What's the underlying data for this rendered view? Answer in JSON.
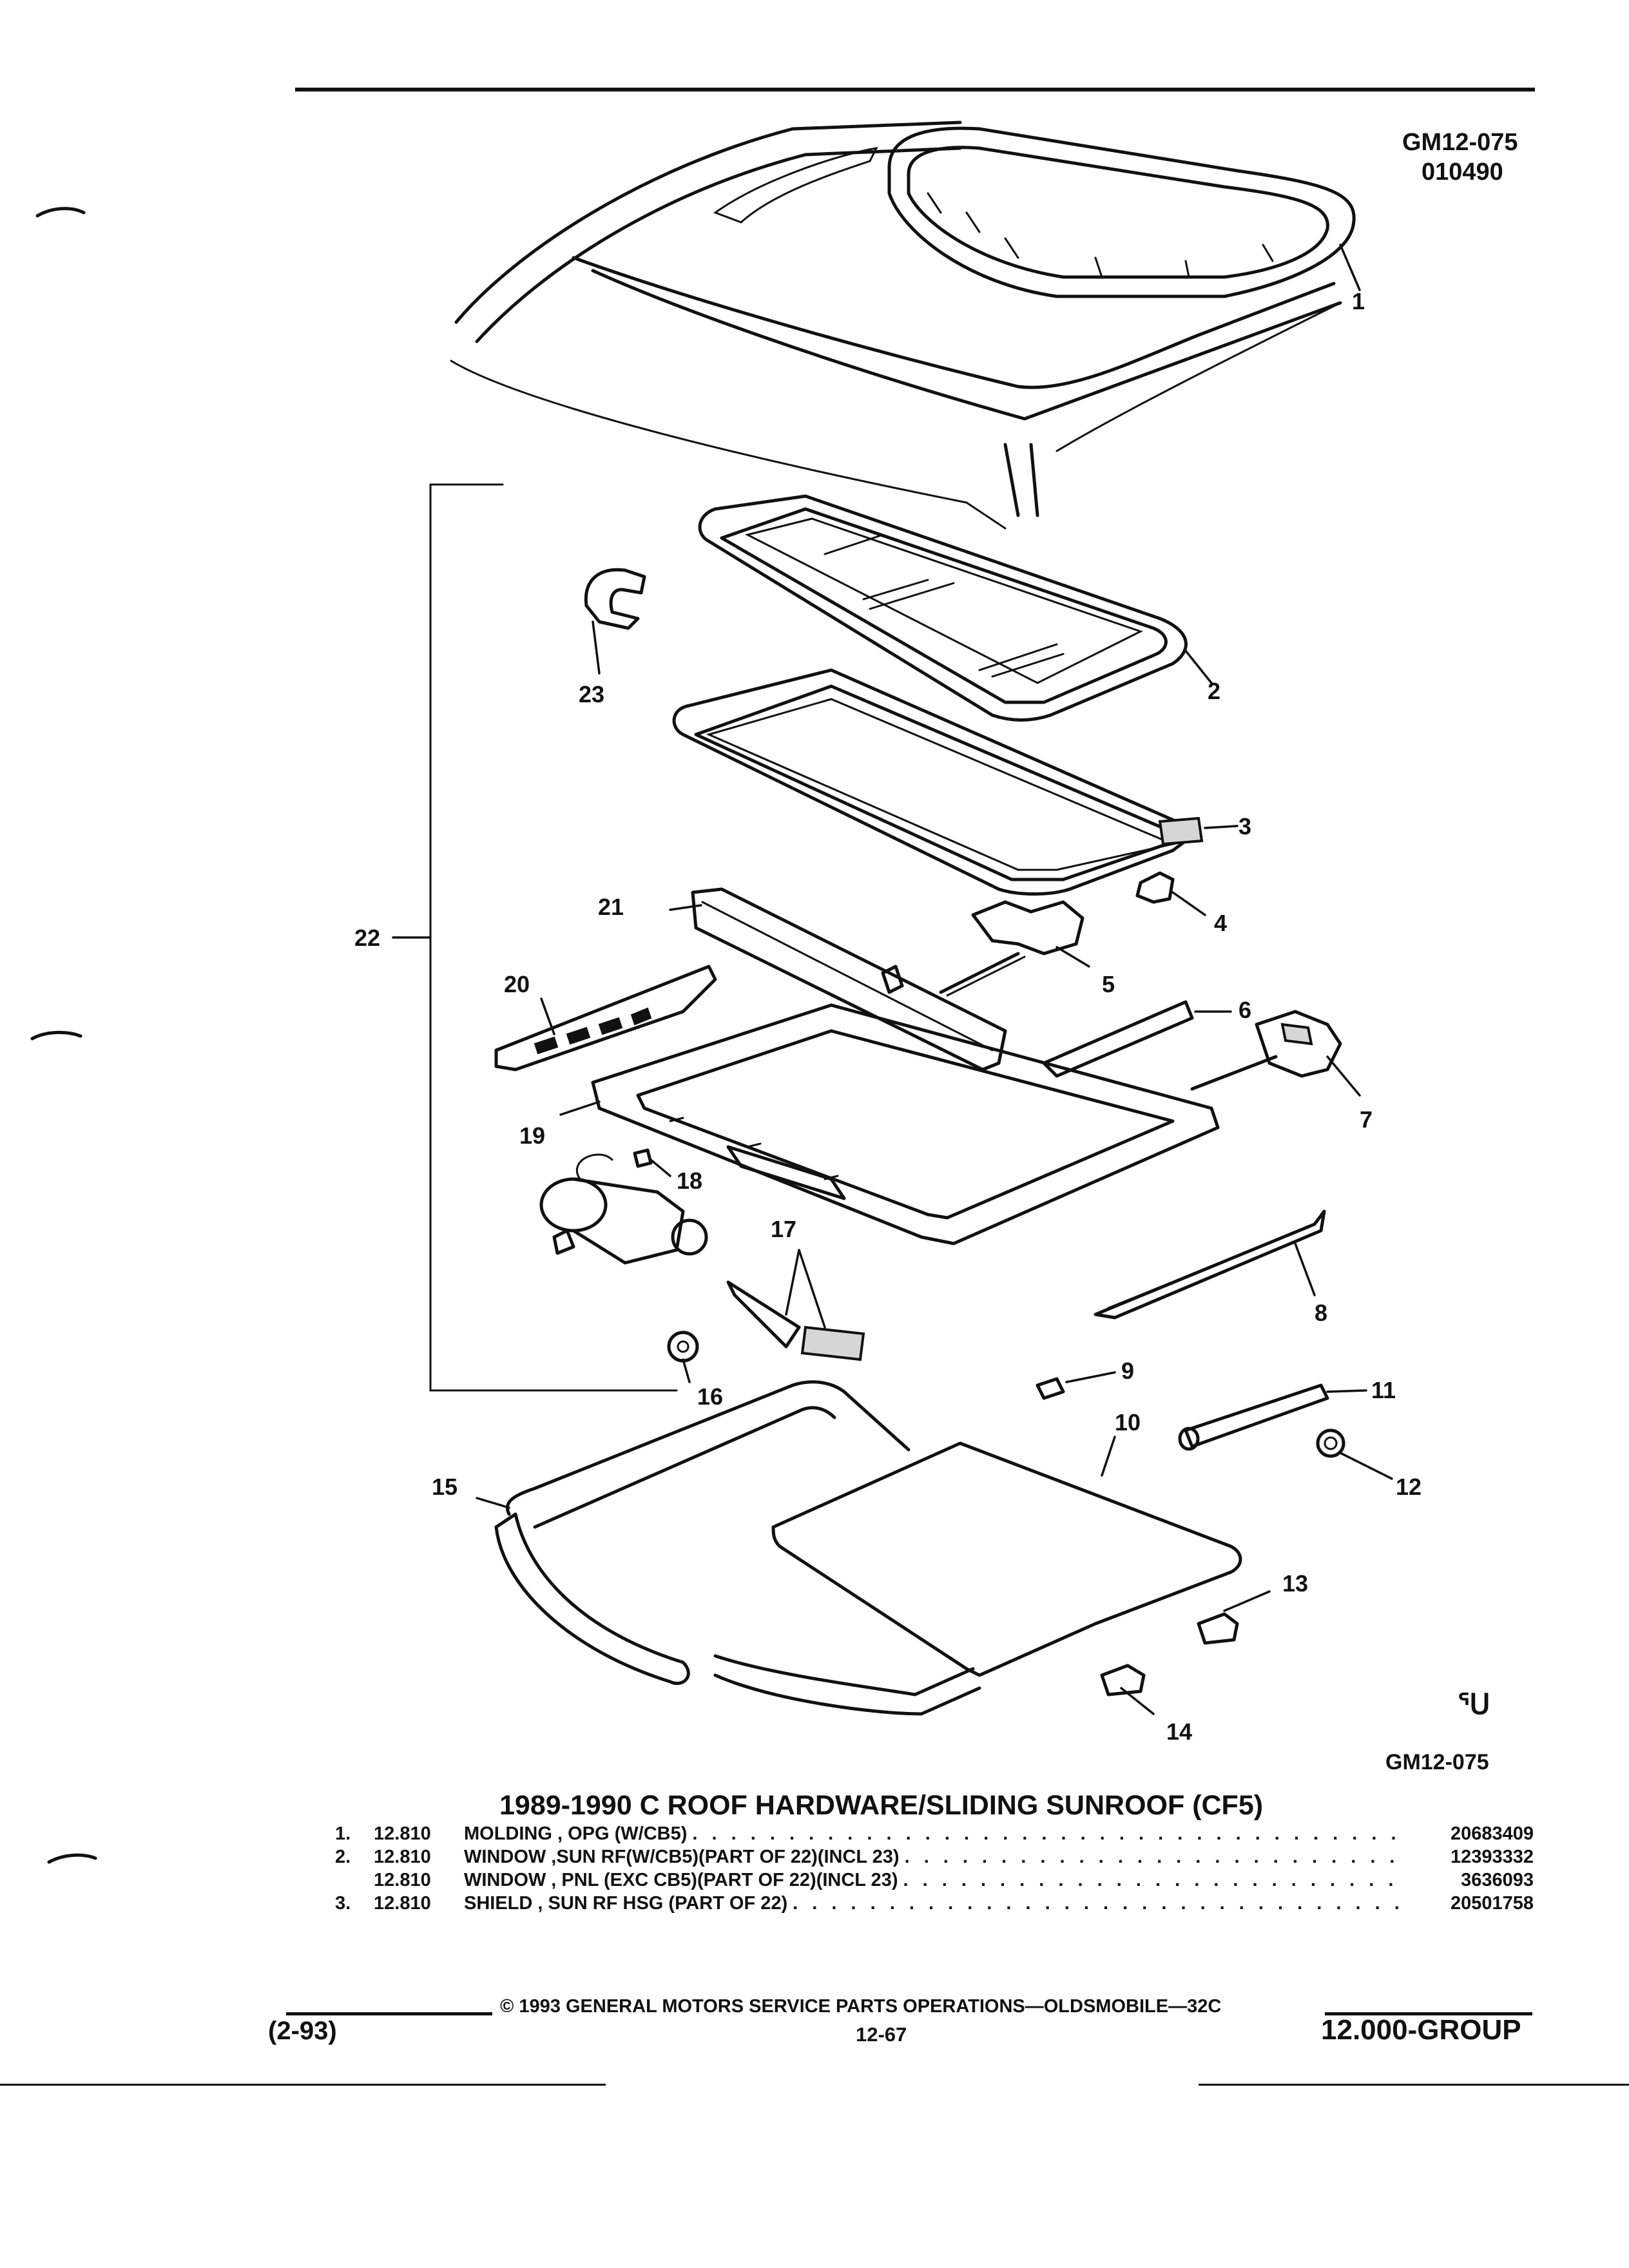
{
  "header": {
    "fig_id": "GM12-075",
    "date_code": "010490"
  },
  "figure": {
    "bottom_id": "GM12-075",
    "logo_glyph": "ᕐᑌ",
    "callouts": [
      "1",
      "2",
      "3",
      "4",
      "5",
      "6",
      "7",
      "8",
      "9",
      "10",
      "11",
      "12",
      "13",
      "14",
      "15",
      "16",
      "17",
      "18",
      "19",
      "20",
      "21",
      "22",
      "23"
    ]
  },
  "title": "1989-1990 C ROOF HARDWARE/SLIDING SUNROOF (CF5)",
  "parts": [
    {
      "num": "1.",
      "code": "12.810",
      "desc": "MOLDING , OPG (W/CB5)",
      "part_no": "20683409"
    },
    {
      "num": "2.",
      "code": "12.810",
      "desc": "WINDOW ,SUN RF(W/CB5)(PART OF 22)(INCL 23)",
      "part_no": "12393332"
    },
    {
      "num": "",
      "code": "12.810",
      "desc": "WINDOW , PNL (EXC CB5)(PART OF 22)(INCL 23)",
      "part_no": "3636093"
    },
    {
      "num": "3.",
      "code": "12.810",
      "desc": "SHIELD , SUN RF HSG (PART OF 22)",
      "part_no": "20501758"
    }
  ],
  "footer": {
    "date": "(2-93)",
    "copyright": "© 1993 GENERAL MOTORS SERVICE PARTS OPERATIONS—OLDSMOBILE—32C",
    "page": "12-67",
    "group": "12.000-GROUP"
  }
}
